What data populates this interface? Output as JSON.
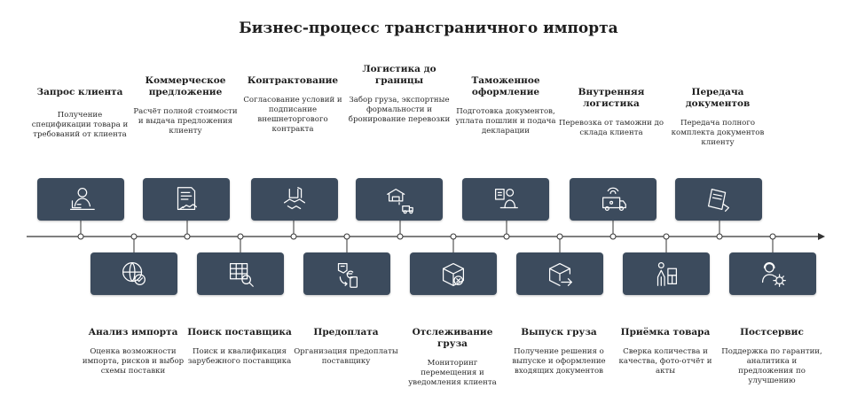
{
  "title": "Бизнес-процесс трансграничного импорта",
  "colors": {
    "card": "#3c4b5d",
    "line": "#333333",
    "text": "#1e1e1e"
  },
  "top_steps": [
    {
      "title": "Запрос клиента",
      "desc": "Получение спецификации товара и требований от клиента",
      "icon": "client-request-icon"
    },
    {
      "title": "Коммерческое предложение",
      "desc": "Расчёт полной стоимости и выдача предложения клиенту",
      "icon": "commercial-offer-icon"
    },
    {
      "title": "Контрактование",
      "desc": "Согласование условий и подписание внешнеторгового контракта",
      "icon": "contract-handshake-icon"
    },
    {
      "title": "Логистика до границы",
      "desc": "Забор груза, экспортные формальности и бронирование перевозки",
      "icon": "warehouse-truck-icon"
    },
    {
      "title": "Таможенное оформление",
      "desc": "Подготовка документов, уплата пошлин и подача декларации",
      "icon": "customs-officer-icon"
    },
    {
      "title": "Внутренняя логистика",
      "desc": "Перевозка от таможни до склада клиента",
      "icon": "delivery-van-icon"
    },
    {
      "title": "Передача документов",
      "desc": "Передача полного комплекта документов клиенту",
      "icon": "document-handover-icon"
    }
  ],
  "bottom_steps": [
    {
      "title": "Анализ импорта",
      "desc": "Оценка возможности импорта, рисков и выбор схемы поставки",
      "icon": "globe-check-icon"
    },
    {
      "title": "Поиск поставщика",
      "desc": "Поиск и квалификация зарубежного поставщика",
      "icon": "table-search-icon"
    },
    {
      "title": "Предоплата",
      "desc": "Организация предоплаты поставщику",
      "icon": "currency-exchange-icon"
    },
    {
      "title": "Отслеживание груза",
      "desc": "Мониторинг перемещения и уведомления клиента",
      "icon": "box-location-icon"
    },
    {
      "title": "Выпуск груза",
      "desc": "Получение решения о выпуске и оформление входящих документов",
      "icon": "box-release-icon"
    },
    {
      "title": "Приёмка товара",
      "desc": "Сверка количества и качества, фото-отчёт и акты",
      "icon": "worker-boxes-icon"
    },
    {
      "title": "Постсервис",
      "desc": "Поддержка по гарантии, аналитика и предложения по улучшению",
      "icon": "support-gear-icon"
    }
  ]
}
